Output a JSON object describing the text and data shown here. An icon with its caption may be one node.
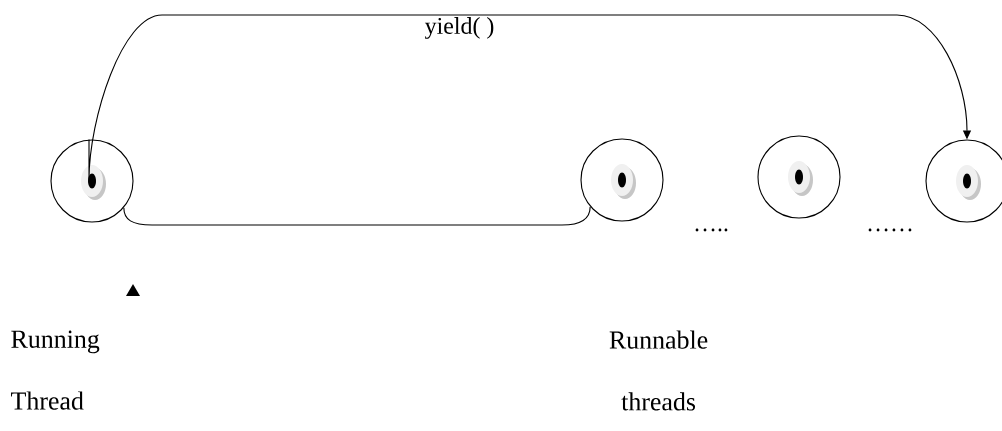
{
  "diagram": {
    "nodes": [
      {
        "text": [],
        "shape": "circle"
      },
      {
        "text": [],
        "shape": "circle"
      },
      {
        "text": [],
        "shape": "circle"
      },
      {
        "text": [],
        "shape": "circle"
      }
    ],
    "edges": [
      {
        "from": 0,
        "to": 3,
        "arrow": "to",
        "label": "yield( )"
      },
      {
        "from": 0,
        "to": 1,
        "arrow": "none"
      }
    ],
    "labels": [
      "…..",
      "……",
      "Running Thread",
      "Runnable threads"
    ]
  }
}
